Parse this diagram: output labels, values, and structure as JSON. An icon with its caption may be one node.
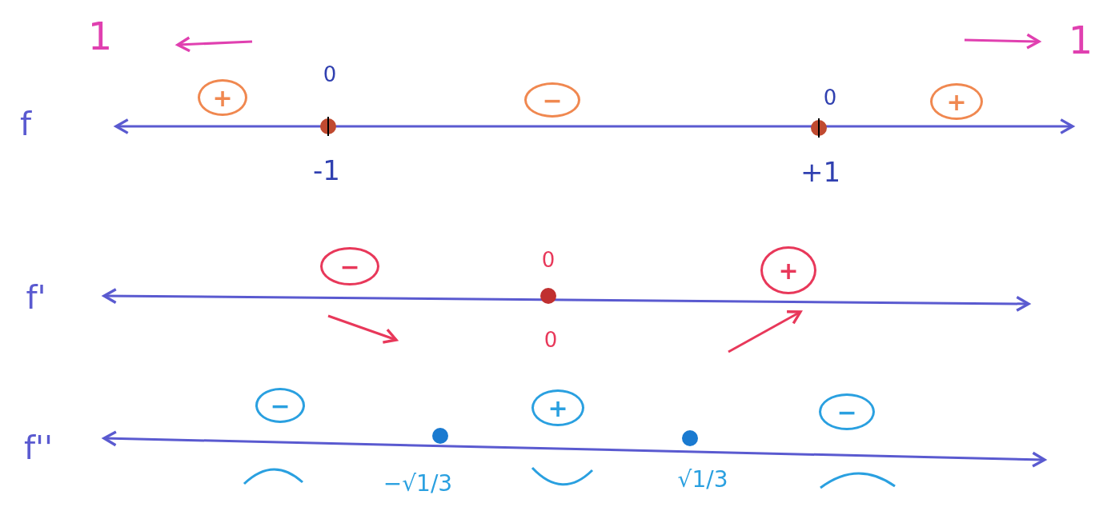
{
  "diagram": {
    "nodes": [
      {
        "text": [
          "+"
        ]
      },
      {
        "text": [
          "−"
        ]
      },
      {
        "text": [
          "+"
        ]
      },
      {
        "text": [
          "−"
        ]
      },
      {
        "text": [
          "+"
        ]
      },
      {
        "text": [
          "−"
        ]
      },
      {
        "text": [
          "+"
        ]
      },
      {
        "text": [
          "−"
        ]
      }
    ],
    "edges": [],
    "labels": [
      "1",
      "1",
      "0",
      "f",
      "0",
      "-1",
      "+1",
      "0",
      "f'",
      "0",
      "f''",
      "−√1/3",
      "√1/3"
    ]
  }
}
